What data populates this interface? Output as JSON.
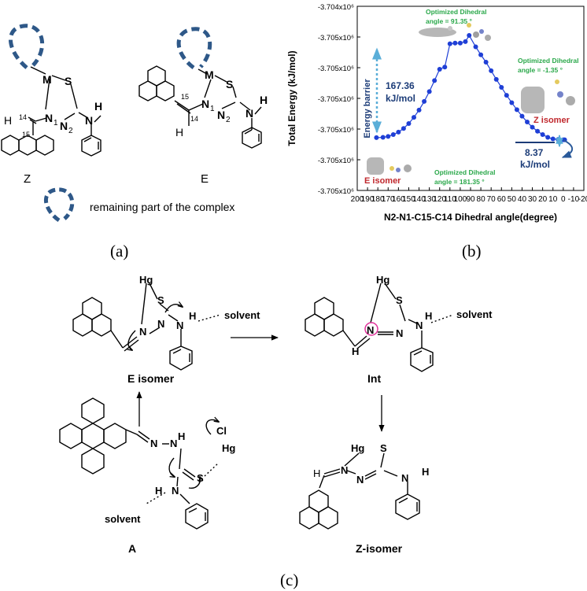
{
  "panel_a": {
    "label": "(a)",
    "z": {
      "caption": "Z",
      "atoms": {
        "metal": "M",
        "s": "S",
        "n1": "N",
        "n1_sub": "1",
        "n2": "N",
        "n2_sub": "2",
        "nh_n": "N",
        "nh_h": "H",
        "h": "H",
        "c14": "14",
        "c15": "15"
      }
    },
    "e": {
      "caption": "E",
      "atoms": {
        "metal": "M",
        "s": "S",
        "n1": "N",
        "n1_sub": "1",
        "n2": "N",
        "n2_sub": "2",
        "nh_n": "N",
        "nh_h": "H",
        "h": "H",
        "c14": "14",
        "c15": "15"
      }
    },
    "legend_text": "remaining part of the complex",
    "colors": {
      "dashed_loop": "#2e5888"
    }
  },
  "panel_b": {
    "label": "(b)",
    "chart_data": {
      "type": "line",
      "title": "",
      "xlabel": "N2-N1-C15-C14 Dihedral angle(degree)",
      "ylabel": "Total Energy (kJ/mol)",
      "x_ticks": [
        "200",
        "190",
        "180",
        "170",
        "160",
        "150",
        "140",
        "130",
        "120",
        "110",
        "100",
        "90",
        "80",
        "70",
        "60",
        "50",
        "40",
        "30",
        "20",
        "10",
        "0",
        "-10",
        "-20"
      ],
      "y_ticks": [
        "-3.704x10⁶",
        "-3.705x10⁶",
        "-3.705x10⁶",
        "-3.705x10⁶",
        "-3.705x10⁶",
        "-3.705x10⁶",
        "-3.705x10⁶"
      ],
      "xlim": [
        200,
        -20
      ],
      "ylim": [
        0,
        6
      ],
      "y_tick_values": [
        6,
        5,
        4,
        3,
        2,
        1,
        0
      ],
      "series": [
        {
          "x": [
            181.35,
            175,
            170,
            165,
            160,
            155,
            150,
            145,
            140,
            135,
            130,
            125,
            120,
            115,
            110,
            105,
            100,
            95,
            91.35,
            85,
            80,
            75,
            70,
            65,
            60,
            55,
            50,
            45,
            40,
            35,
            30,
            25,
            20,
            15,
            10,
            5,
            0,
            -1.35
          ],
          "values": [
            1.72,
            1.73,
            1.76,
            1.82,
            1.9,
            2.02,
            2.18,
            2.38,
            2.62,
            2.9,
            3.22,
            3.58,
            3.95,
            4.02,
            4.78,
            4.8,
            4.8,
            4.85,
            5.05,
            4.68,
            4.42,
            4.18,
            3.9,
            3.62,
            3.36,
            3.1,
            2.86,
            2.63,
            2.42,
            2.23,
            2.06,
            1.93,
            1.82,
            1.73,
            1.68,
            1.66,
            1.65,
            1.65
          ]
        }
      ],
      "series_color": "#1f3fd6",
      "annotations": {
        "barrier_value": "167.36",
        "barrier_unit": "kJ/mol",
        "barrier_label": "Energy barrier",
        "delta_value": "8.37",
        "delta_unit": "kJ/mol",
        "opt_top_line1": "Optimized Dihedral",
        "opt_top_line2": "angle = 91.35 °",
        "opt_right_line1": "Optimized Dihedral",
        "opt_right_line2": "angle = -1.35 °",
        "opt_bottom_line1": "Optimized Dihedral",
        "opt_bottom_line2": "angle = 181.35 °",
        "e_isomer": "E isomer",
        "z_isomer": "Z isomer"
      },
      "colors": {
        "green_text": "#2aa84a",
        "red_text": "#c0282d",
        "navy_text": "#1c3c78",
        "arrow_blue": "#5aaed8"
      }
    }
  },
  "panel_c": {
    "label": "(c)",
    "e_isomer": {
      "caption": "E isomer",
      "hg": "Hg",
      "s": "S",
      "n_a": "N",
      "n_b": "N",
      "n_c": "N",
      "h": "H",
      "solvent": "solvent"
    },
    "int": {
      "caption": "Int",
      "hg": "Hg",
      "s": "S",
      "n_a": "N",
      "n_b": "N",
      "n_c": "N",
      "nh_h": "H",
      "h": "H",
      "solvent": "solvent"
    },
    "z_isomer": {
      "caption": "Z-isomer",
      "hg": "Hg",
      "s": "S",
      "h": "H",
      "n_a": "N",
      "n_b": "N",
      "n_c": "N",
      "nh_h": "H"
    },
    "a": {
      "caption": "A",
      "n_a": "N",
      "n_b": "N",
      "nh_h": "H",
      "h_lower": "H",
      "n_lower": "N",
      "s": "S",
      "cl": "Cl",
      "hg": "Hg",
      "solvent": "solvent"
    },
    "colors": {
      "pink_circle": "#e0309a"
    }
  }
}
